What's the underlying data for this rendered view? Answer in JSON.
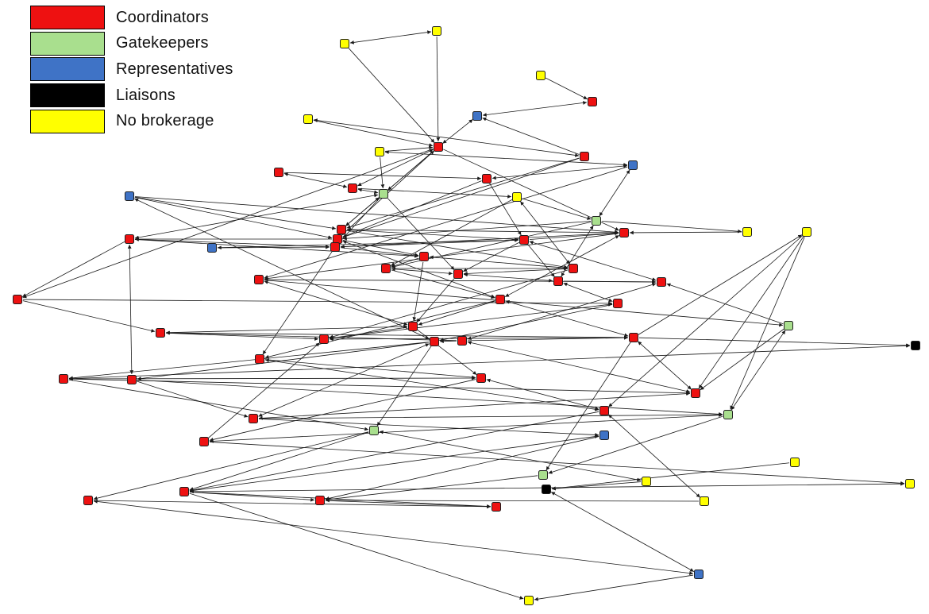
{
  "legend": {
    "items": [
      {
        "label": "Coordinators",
        "role": "coordinator",
        "color": "#ee1111"
      },
      {
        "label": "Gatekeepers",
        "role": "gatekeeper",
        "color": "#a9df8e"
      },
      {
        "label": "Representatives",
        "role": "representative",
        "color": "#3f73c6"
      },
      {
        "label": "Liaisons",
        "role": "liaison",
        "color": "#000000"
      },
      {
        "label": "No brokerage",
        "role": "none",
        "color": "#ffff00"
      }
    ]
  },
  "network": {
    "nodes": [
      {
        "id": "n1",
        "role": "none"
      },
      {
        "id": "n2",
        "role": "none"
      },
      {
        "id": "n3",
        "role": "none"
      },
      {
        "id": "n4",
        "role": "coordinator"
      },
      {
        "id": "n5",
        "role": "representative"
      },
      {
        "id": "n6",
        "role": "none"
      },
      {
        "id": "n7",
        "role": "coordinator"
      },
      {
        "id": "n8",
        "role": "coordinator"
      },
      {
        "id": "n9",
        "role": "none"
      },
      {
        "id": "n10",
        "role": "representative"
      },
      {
        "id": "n11",
        "role": "coordinator"
      },
      {
        "id": "n12",
        "role": "coordinator"
      },
      {
        "id": "n13",
        "role": "coordinator"
      },
      {
        "id": "n14",
        "role": "gatekeeper"
      },
      {
        "id": "n15",
        "role": "none"
      },
      {
        "id": "n16",
        "role": "representative"
      },
      {
        "id": "n17",
        "role": "gatekeeper"
      },
      {
        "id": "n18",
        "role": "none"
      },
      {
        "id": "n19",
        "role": "coordinator"
      },
      {
        "id": "n20",
        "role": "coordinator"
      },
      {
        "id": "n21",
        "role": "coordinator"
      },
      {
        "id": "n22",
        "role": "coordinator"
      },
      {
        "id": "n23",
        "role": "representative"
      },
      {
        "id": "n24",
        "role": "coordinator"
      },
      {
        "id": "n25",
        "role": "coordinator"
      },
      {
        "id": "n26",
        "role": "coordinator"
      },
      {
        "id": "n27",
        "role": "coordinator"
      },
      {
        "id": "n28",
        "role": "coordinator"
      },
      {
        "id": "n29",
        "role": "coordinator"
      },
      {
        "id": "n30",
        "role": "coordinator"
      },
      {
        "id": "n31",
        "role": "coordinator"
      },
      {
        "id": "n32",
        "role": "coordinator"
      },
      {
        "id": "n33",
        "role": "coordinator"
      },
      {
        "id": "n34",
        "role": "coordinator"
      },
      {
        "id": "n35",
        "role": "coordinator"
      },
      {
        "id": "n36",
        "role": "coordinator"
      },
      {
        "id": "n37",
        "role": "gatekeeper"
      },
      {
        "id": "n38",
        "role": "coordinator"
      },
      {
        "id": "n39",
        "role": "coordinator"
      },
      {
        "id": "n40",
        "role": "coordinator"
      },
      {
        "id": "n41",
        "role": "coordinator"
      },
      {
        "id": "n42",
        "role": "coordinator"
      },
      {
        "id": "n43",
        "role": "coordinator"
      },
      {
        "id": "n44",
        "role": "none"
      },
      {
        "id": "n45",
        "role": "liaison"
      },
      {
        "id": "n46",
        "role": "coordinator"
      },
      {
        "id": "n47",
        "role": "coordinator"
      },
      {
        "id": "n48",
        "role": "coordinator"
      },
      {
        "id": "n49",
        "role": "coordinator"
      },
      {
        "id": "n50",
        "role": "coordinator"
      },
      {
        "id": "n51",
        "role": "coordinator"
      },
      {
        "id": "n52",
        "role": "gatekeeper"
      },
      {
        "id": "n53",
        "role": "gatekeeper"
      },
      {
        "id": "n54",
        "role": "representative"
      },
      {
        "id": "n55",
        "role": "coordinator"
      },
      {
        "id": "n56",
        "role": "gatekeeper"
      },
      {
        "id": "n57",
        "role": "none"
      },
      {
        "id": "n58",
        "role": "none"
      },
      {
        "id": "n59",
        "role": "liaison"
      },
      {
        "id": "n60",
        "role": "coordinator"
      },
      {
        "id": "n61",
        "role": "coordinator"
      },
      {
        "id": "n62",
        "role": "coordinator"
      },
      {
        "id": "n63",
        "role": "coordinator"
      },
      {
        "id": "n64",
        "role": "none"
      },
      {
        "id": "n65",
        "role": "none"
      },
      {
        "id": "n66",
        "role": "representative"
      },
      {
        "id": "n67",
        "role": "none"
      },
      {
        "id": "n68",
        "role": "none"
      },
      {
        "id": "n69",
        "role": "coordinator"
      },
      {
        "id": "n70",
        "role": "coordinator"
      },
      {
        "id": "n71",
        "role": "coordinator"
      }
    ],
    "edges": [
      [
        "n1",
        "n2"
      ],
      [
        "n2",
        "n7"
      ],
      [
        "n1",
        "n7"
      ],
      [
        "n6",
        "n8"
      ],
      [
        "n8",
        "n5"
      ],
      [
        "n6",
        "n7"
      ],
      [
        "n5",
        "n7"
      ],
      [
        "n8",
        "n19"
      ],
      [
        "n8",
        "n20"
      ],
      [
        "n9",
        "n10"
      ],
      [
        "n9",
        "n14"
      ],
      [
        "n9",
        "n7"
      ],
      [
        "n7",
        "n13"
      ],
      [
        "n7",
        "n14"
      ],
      [
        "n7",
        "n19"
      ],
      [
        "n7",
        "n20"
      ],
      [
        "n7",
        "n22"
      ],
      [
        "n7",
        "n34"
      ],
      [
        "n12",
        "n10"
      ],
      [
        "n12",
        "n20"
      ],
      [
        "n12",
        "n21"
      ],
      [
        "n13",
        "n14"
      ],
      [
        "n13",
        "n15"
      ],
      [
        "n11",
        "n12"
      ],
      [
        "n14",
        "n19"
      ],
      [
        "n14",
        "n24"
      ],
      [
        "n14",
        "n28"
      ],
      [
        "n14",
        "n32"
      ],
      [
        "n15",
        "n17"
      ],
      [
        "n15",
        "n26"
      ],
      [
        "n15",
        "n27"
      ],
      [
        "n16",
        "n19"
      ],
      [
        "n16",
        "n20"
      ],
      [
        "n16",
        "n42"
      ],
      [
        "n17",
        "n18"
      ],
      [
        "n17",
        "n20"
      ],
      [
        "n17",
        "n30"
      ],
      [
        "n17",
        "n26"
      ],
      [
        "n18",
        "n22"
      ],
      [
        "n10",
        "n17"
      ],
      [
        "n10",
        "n29"
      ],
      [
        "n19",
        "n20"
      ],
      [
        "n19",
        "n21"
      ],
      [
        "n19",
        "n27"
      ],
      [
        "n19",
        "n22"
      ],
      [
        "n20",
        "n24"
      ],
      [
        "n20",
        "n25"
      ],
      [
        "n20",
        "n32"
      ],
      [
        "n20",
        "n33"
      ],
      [
        "n21",
        "n23"
      ],
      [
        "n21",
        "n22"
      ],
      [
        "n21",
        "n24"
      ],
      [
        "n21",
        "n28"
      ],
      [
        "n21",
        "n30"
      ],
      [
        "n21",
        "n31"
      ],
      [
        "n22",
        "n29"
      ],
      [
        "n22",
        "n24"
      ],
      [
        "n22",
        "n33"
      ],
      [
        "n23",
        "n24"
      ],
      [
        "n24",
        "n25"
      ],
      [
        "n24",
        "n32"
      ],
      [
        "n24",
        "n43"
      ],
      [
        "n25",
        "n26"
      ],
      [
        "n25",
        "n27"
      ],
      [
        "n25",
        "n36"
      ],
      [
        "n26",
        "n27"
      ],
      [
        "n26",
        "n28"
      ],
      [
        "n27",
        "n28"
      ],
      [
        "n27",
        "n39"
      ],
      [
        "n28",
        "n30"
      ],
      [
        "n28",
        "n36"
      ],
      [
        "n29",
        "n31"
      ],
      [
        "n29",
        "n36"
      ],
      [
        "n29",
        "n37"
      ],
      [
        "n30",
        "n31"
      ],
      [
        "n30",
        "n35"
      ],
      [
        "n32",
        "n25"
      ],
      [
        "n32",
        "n34"
      ],
      [
        "n32",
        "n48"
      ],
      [
        "n33",
        "n36"
      ],
      [
        "n33",
        "n43"
      ],
      [
        "n33",
        "n40"
      ],
      [
        "n34",
        "n35"
      ],
      [
        "n34",
        "n38"
      ],
      [
        "n35",
        "n39"
      ],
      [
        "n35",
        "n42"
      ],
      [
        "n36",
        "n39"
      ],
      [
        "n36",
        "n38"
      ],
      [
        "n37",
        "n31"
      ],
      [
        "n37",
        "n47"
      ],
      [
        "n37",
        "n52"
      ],
      [
        "n38",
        "n39"
      ],
      [
        "n38",
        "n40"
      ],
      [
        "n39",
        "n40"
      ],
      [
        "n40",
        "n44"
      ],
      [
        "n40",
        "n45"
      ],
      [
        "n40",
        "n47"
      ],
      [
        "n40",
        "n56"
      ],
      [
        "n41",
        "n38"
      ],
      [
        "n41",
        "n31"
      ],
      [
        "n41",
        "n42"
      ],
      [
        "n41",
        "n40"
      ],
      [
        "n41",
        "n47"
      ],
      [
        "n42",
        "n48"
      ],
      [
        "n42",
        "n46"
      ],
      [
        "n42",
        "n51"
      ],
      [
        "n42",
        "n53"
      ],
      [
        "n43",
        "n49"
      ],
      [
        "n43",
        "n50"
      ],
      [
        "n44",
        "n50"
      ],
      [
        "n44",
        "n47"
      ],
      [
        "n46",
        "n47"
      ],
      [
        "n46",
        "n49"
      ],
      [
        "n46",
        "n53"
      ],
      [
        "n47",
        "n51"
      ],
      [
        "n48",
        "n52"
      ],
      [
        "n48",
        "n51"
      ],
      [
        "n49",
        "n50"
      ],
      [
        "n49",
        "n55"
      ],
      [
        "n50",
        "n60"
      ],
      [
        "n50",
        "n64"
      ],
      [
        "n51",
        "n52"
      ],
      [
        "n51",
        "n54"
      ],
      [
        "n52",
        "n55"
      ],
      [
        "n52",
        "n56"
      ],
      [
        "n53",
        "n60"
      ],
      [
        "n53",
        "n57"
      ],
      [
        "n53",
        "n61"
      ],
      [
        "n54",
        "n62"
      ],
      [
        "n54",
        "n60"
      ],
      [
        "n55",
        "n65"
      ],
      [
        "n56",
        "n62"
      ],
      [
        "n56",
        "n68"
      ],
      [
        "n57",
        "n59"
      ],
      [
        "n58",
        "n59"
      ],
      [
        "n59",
        "n66"
      ],
      [
        "n60",
        "n63"
      ],
      [
        "n60",
        "n67"
      ],
      [
        "n60",
        "n65"
      ],
      [
        "n60",
        "n62"
      ],
      [
        "n61",
        "n63"
      ],
      [
        "n61",
        "n66"
      ],
      [
        "n62",
        "n63"
      ],
      [
        "n62",
        "n71"
      ],
      [
        "n63",
        "n71"
      ],
      [
        "n64",
        "n62"
      ],
      [
        "n66",
        "n67"
      ],
      [
        "n67",
        "n70"
      ],
      [
        "n68",
        "n69"
      ],
      [
        "n69",
        "n70"
      ],
      [
        "n69",
        "n47"
      ],
      [
        "n70",
        "n71"
      ],
      [
        "n71",
        "n50"
      ],
      [
        "n45",
        "n46"
      ],
      [
        "n44",
        "n52"
      ],
      [
        "n55",
        "n39"
      ],
      [
        "n11",
        "n13"
      ],
      [
        "n16",
        "n22"
      ],
      [
        "n3",
        "n4"
      ],
      [
        "n4",
        "n5"
      ],
      [
        "n26",
        "n33"
      ],
      [
        "n36",
        "n49"
      ]
    ]
  }
}
